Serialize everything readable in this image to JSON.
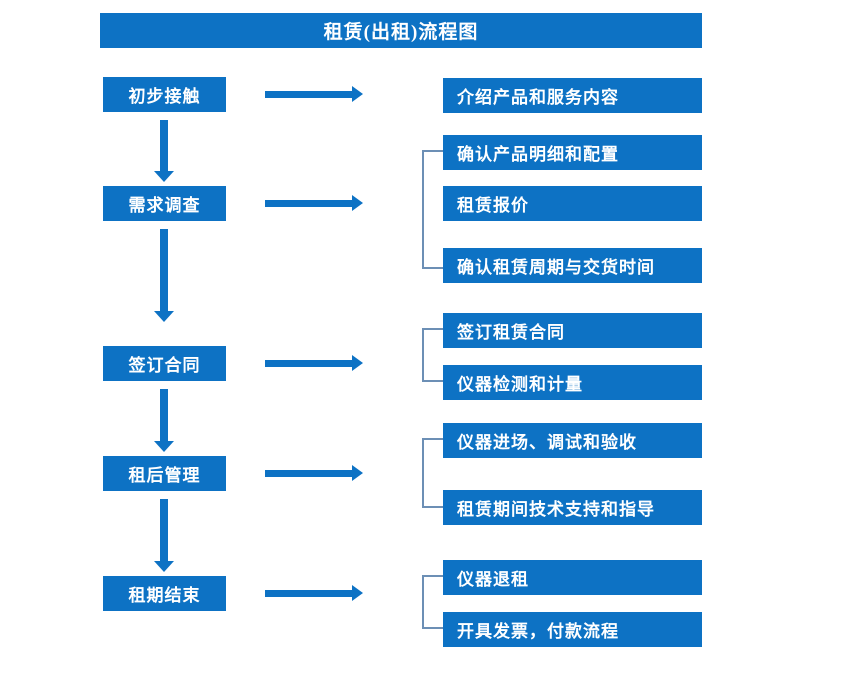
{
  "chart_data": {
    "type": "diagram",
    "title": "租赁(出租)流程图",
    "diagram_kind": "flowchart",
    "columns": [
      "流程阶段",
      "具体内容"
    ],
    "stages": [
      {
        "label": "初步接触",
        "details": [
          "介绍产品和服务内容"
        ]
      },
      {
        "label": "需求调查",
        "details": [
          "确认产品明细和配置",
          "租赁报价",
          "确认租赁周期与交货时间"
        ]
      },
      {
        "label": "签订合同",
        "details": [
          "签订租赁合同",
          "仪器检测和计量"
        ]
      },
      {
        "label": "租后管理",
        "details": [
          "仪器进场、调试和验收",
          "租赁期间技术支持和指导"
        ]
      },
      {
        "label": "租期结束",
        "details": [
          "仪器退租",
          "开具发票，付款流程"
        ]
      }
    ]
  },
  "header": {
    "title": "租赁(出租)流程图"
  },
  "colors": {
    "box_fill": "#0d72c4",
    "box_text": "#ffffff",
    "arrow": "#0d72c4",
    "bracket": "#6c8fb5",
    "background": "#ffffff"
  },
  "stages": [
    {
      "label": "初步接触"
    },
    {
      "label": "需求调查"
    },
    {
      "label": "签订合同"
    },
    {
      "label": "租后管理"
    },
    {
      "label": "租期结束"
    }
  ],
  "details": [
    {
      "label": "介绍产品和服务内容"
    },
    {
      "label": "确认产品明细和配置"
    },
    {
      "label": "租赁报价"
    },
    {
      "label": "确认租赁周期与交货时间"
    },
    {
      "label": "签订租赁合同"
    },
    {
      "label": "仪器检测和计量"
    },
    {
      "label": "仪器进场、调试和验收"
    },
    {
      "label": "租赁期间技术支持和指导"
    },
    {
      "label": "仪器退租"
    },
    {
      "label": "开具发票，付款流程"
    }
  ]
}
